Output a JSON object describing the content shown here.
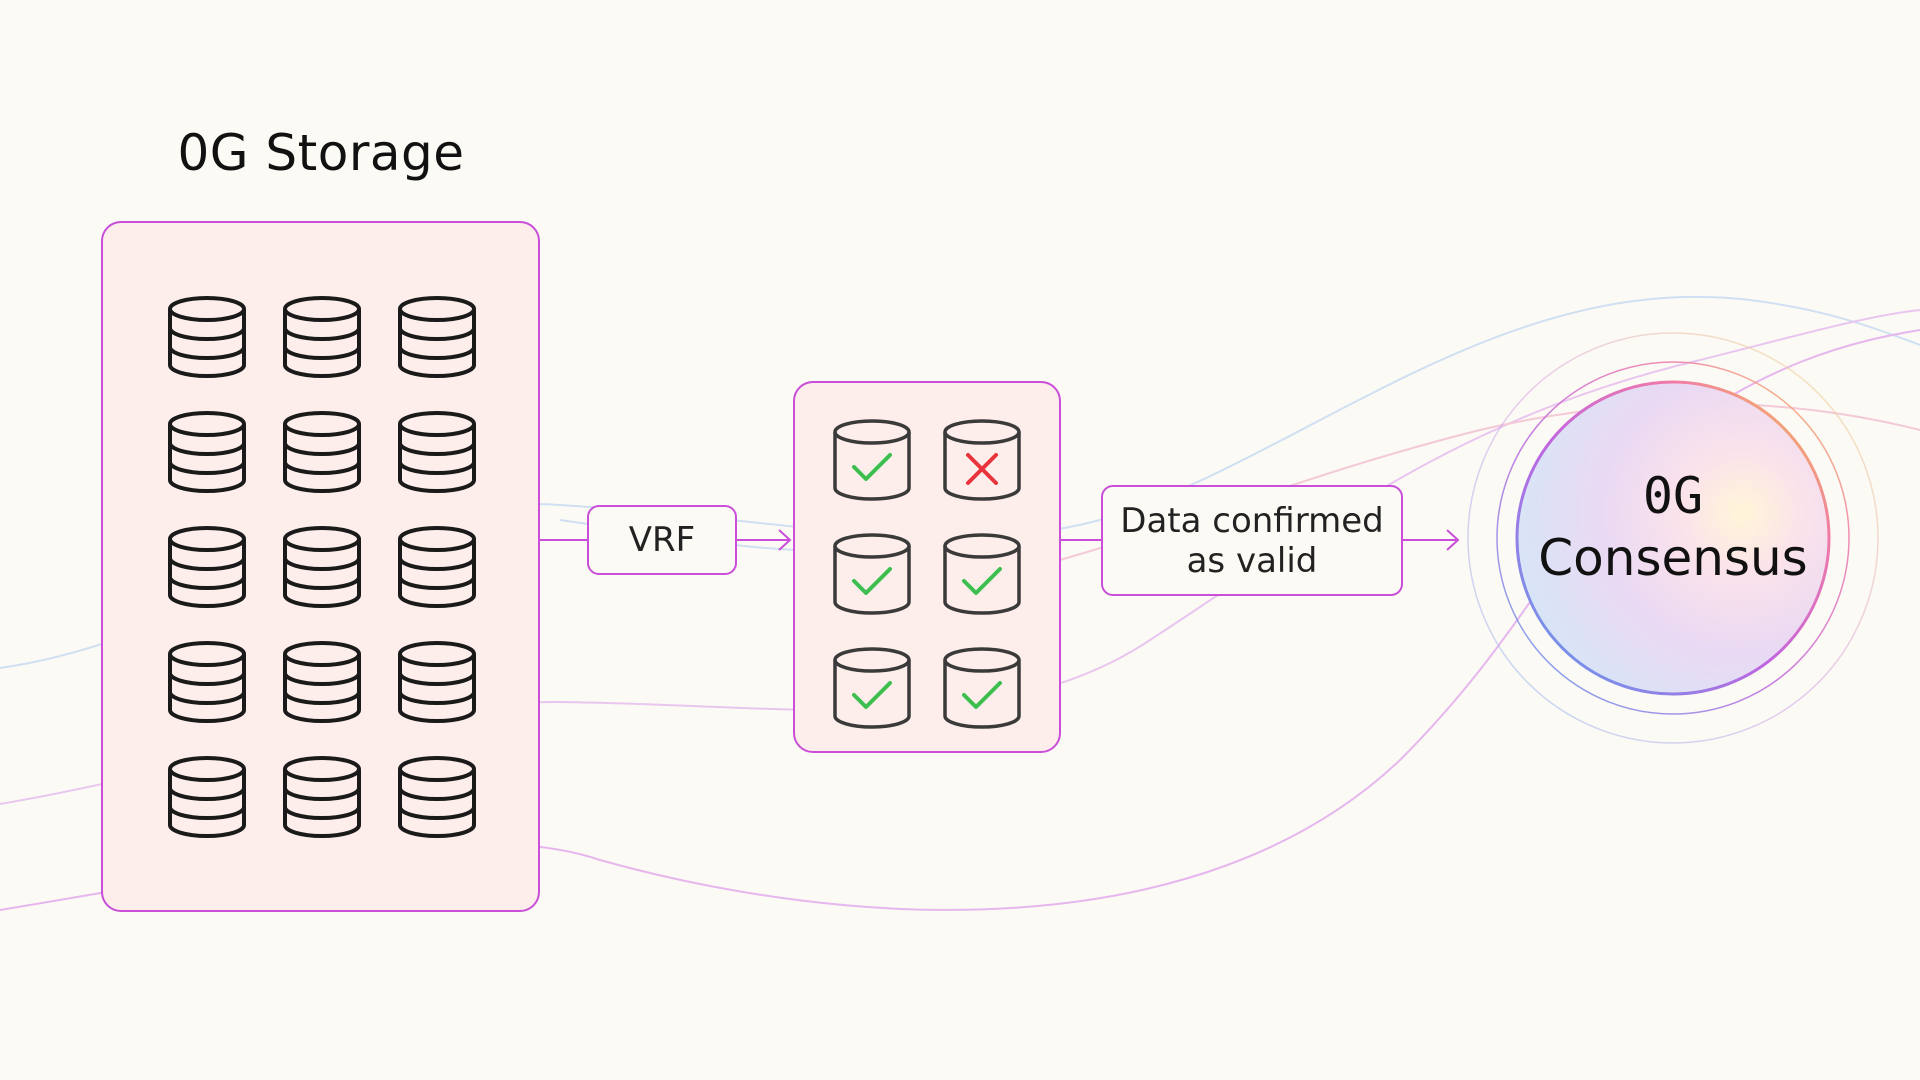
{
  "storage": {
    "title": "0G Storage",
    "node_count": 15,
    "columns": 3
  },
  "vrf": {
    "label": "VRF"
  },
  "validation": {
    "nodes": [
      {
        "status": "valid",
        "icon": "check-icon"
      },
      {
        "status": "invalid",
        "icon": "cross-icon"
      },
      {
        "status": "valid",
        "icon": "check-icon"
      },
      {
        "status": "valid",
        "icon": "check-icon"
      },
      {
        "status": "valid",
        "icon": "check-icon"
      },
      {
        "status": "valid",
        "icon": "check-icon"
      }
    ]
  },
  "confirmation": {
    "line1": "Data confirmed",
    "line2": "as valid"
  },
  "consensus": {
    "line1": "0G",
    "line2": "Consensus"
  },
  "colors": {
    "background": "#fcfaf4",
    "box_border": "#c94fd8",
    "box_fill": "#fdeeec",
    "check": "#3cbf4f",
    "cross": "#e8343a",
    "db_stroke": "#1a1a1a"
  }
}
